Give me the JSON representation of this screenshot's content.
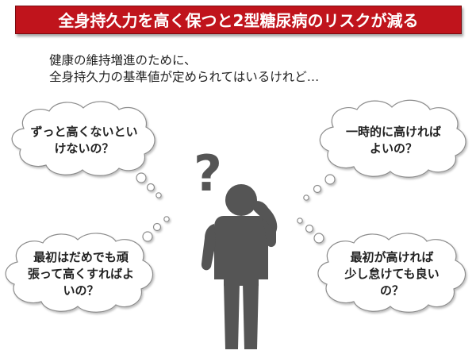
{
  "title": "全身持久力を高く保つと2型糖尿病のリスクが減る",
  "intro": {
    "line1": "健康の維持増進のために、",
    "line2": "全身持久力の基準値が定められてはいるけれど…"
  },
  "bubbles": {
    "top_left": {
      "line1": "ずっと高くないとい",
      "line2": "けないの？"
    },
    "top_right": {
      "line1": "一時的に高ければ",
      "line2": "よいの？"
    },
    "bottom_left": {
      "line1": "最初はだめでも頑",
      "line2": "張って高くすればよ",
      "line3": "いの？"
    },
    "bottom_right": {
      "line1": "最初が高ければ",
      "line2": "少し怠けても良い",
      "line3": "の？"
    }
  },
  "figure": {
    "question_mark": "?"
  },
  "colors": {
    "banner": "#c0141c",
    "figure": "#555555",
    "bubble_fill": "#ffffff",
    "bubble_stroke": "#8c8c8c"
  }
}
